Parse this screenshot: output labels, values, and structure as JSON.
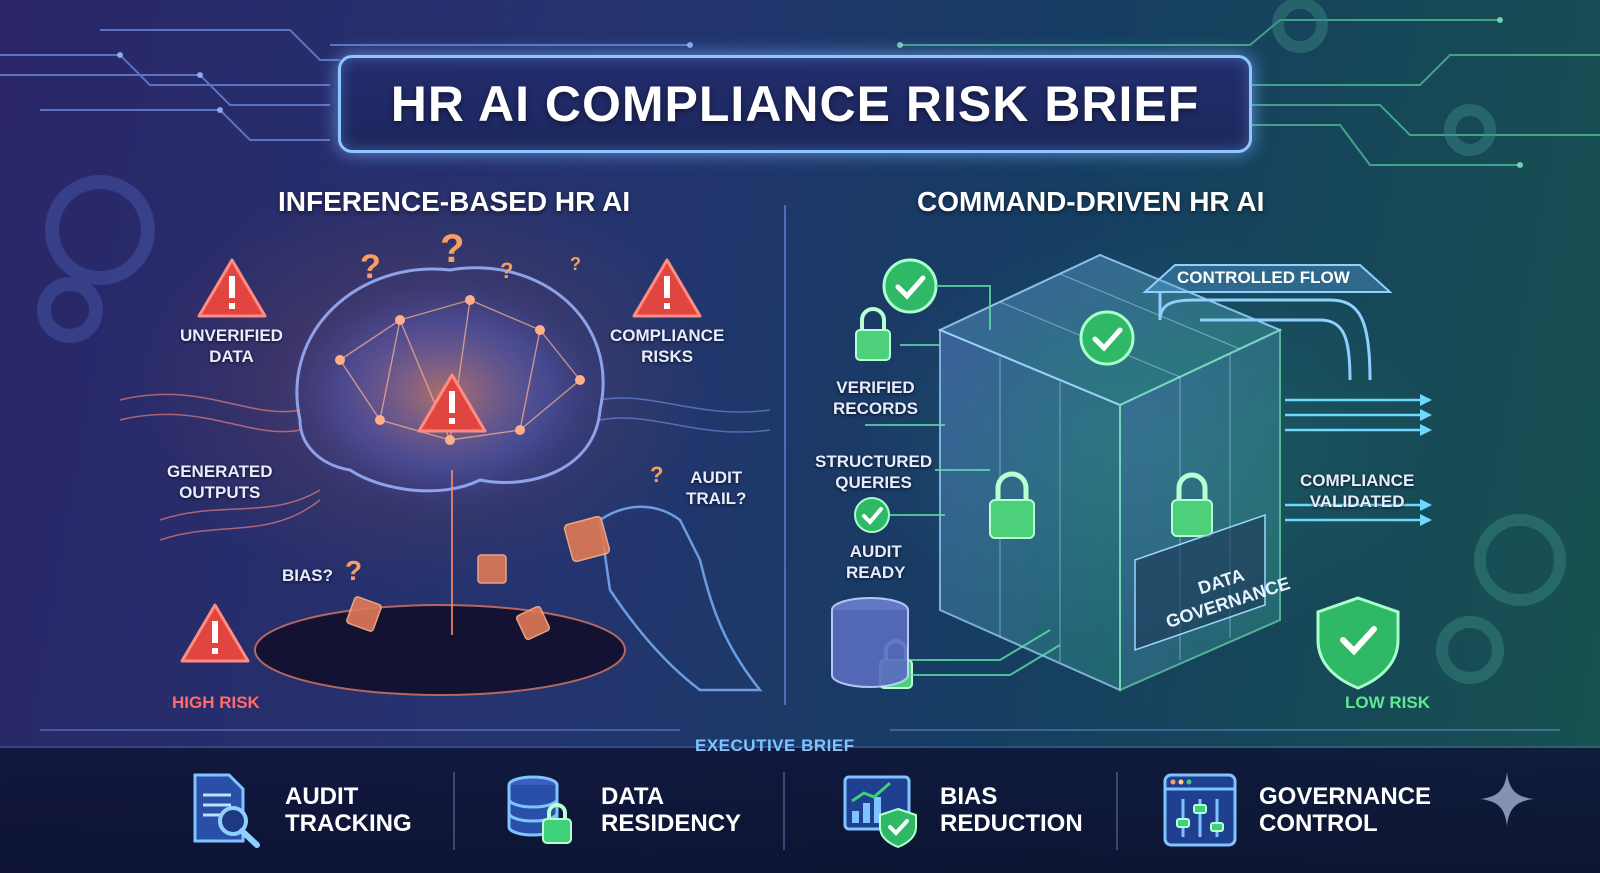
{
  "title": "HR AI COMPLIANCE RISK BRIEF",
  "left": {
    "heading": "INFERENCE-BASED HR AI",
    "labels": {
      "unverified": [
        "UNVERIFIED",
        "DATA"
      ],
      "compliance": [
        "COMPLIANCE",
        "RISKS"
      ],
      "generated": [
        "GENERATED",
        "OUTPUTS"
      ],
      "audit": [
        "AUDIT",
        "TRAIL?"
      ],
      "bias": "BIAS?"
    },
    "risk": "HIGH RISK"
  },
  "right": {
    "heading": "COMMAND-DRIVEN HR AI",
    "flow_label": "CONTROLLED FLOW",
    "labels": {
      "verified": [
        "VERIFIED",
        "RECORDS"
      ],
      "structured": [
        "STRUCTURED",
        "QUERIES"
      ],
      "audit": [
        "AUDIT",
        "READY"
      ],
      "compliance": [
        "COMPLIANCE",
        "VALIDATED"
      ]
    },
    "governance": [
      "DATA",
      "GOVERNANCE"
    ],
    "risk": "LOW RISK"
  },
  "executive_label": "EXECUTIVE BRIEF",
  "features": [
    {
      "line1": "AUDIT",
      "line2": "TRACKING",
      "icon": "document-search-icon"
    },
    {
      "line1": "DATA",
      "line2": "RESIDENCY",
      "icon": "database-lock-icon"
    },
    {
      "line1": "BIAS",
      "line2": "REDUCTION",
      "icon": "chart-shield-icon"
    },
    {
      "line1": "GOVERNANCE",
      "line2": "CONTROL",
      "icon": "sliders-panel-icon"
    }
  ],
  "colors": {
    "warning": "#ef4b4b",
    "success": "#3fd07a",
    "accent": "#8fc6ff"
  }
}
